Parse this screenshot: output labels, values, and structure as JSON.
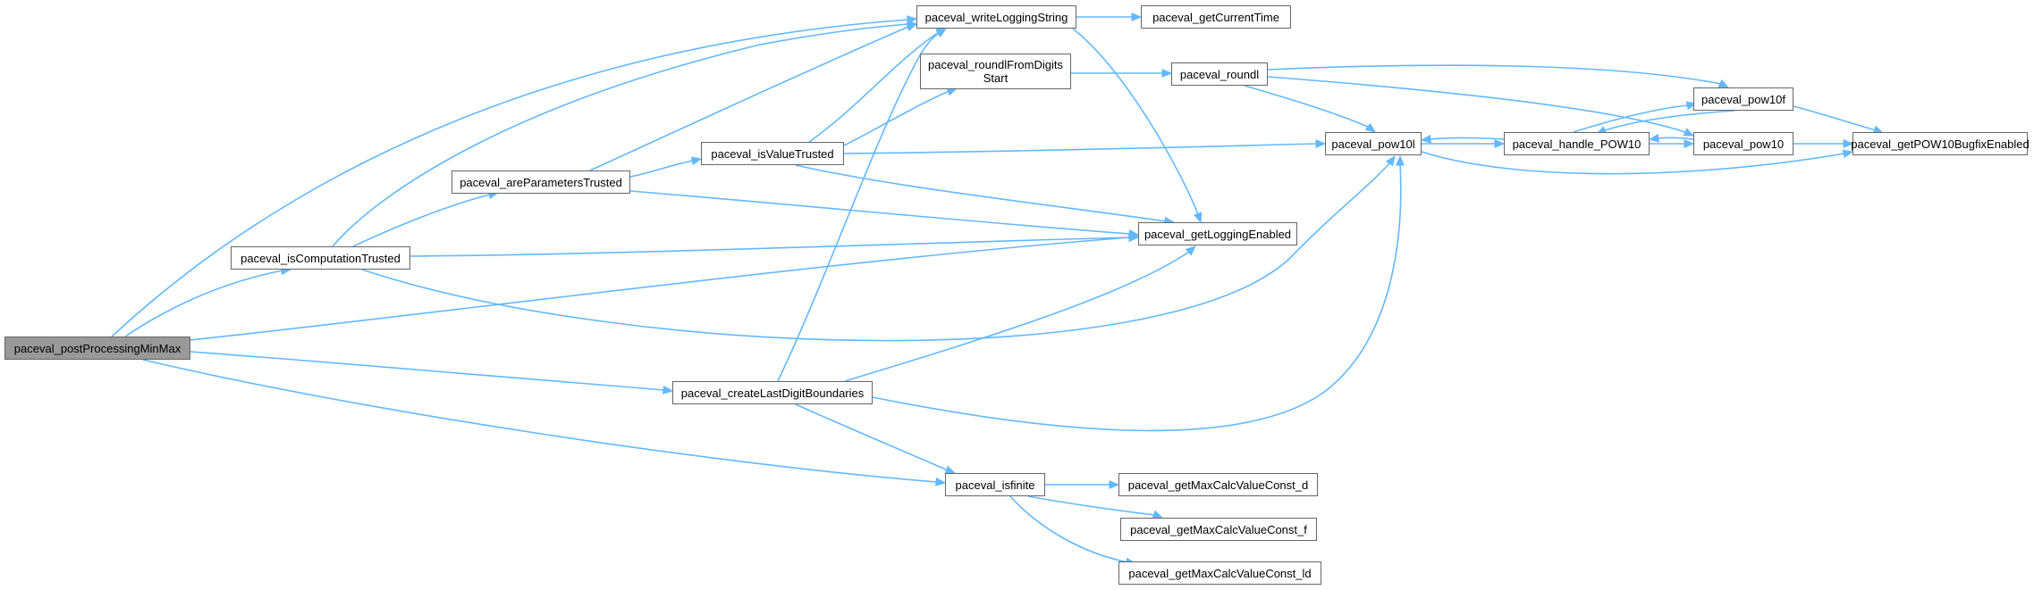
{
  "graph": {
    "colors": {
      "edge": "#63b8ff",
      "node_border": "#666666",
      "root_fill": "#999999",
      "node_fill": "#ffffff"
    },
    "nodes": {
      "postProcessingMinMax": "paceval_postProcessingMinMax",
      "isComputationTrusted": "paceval_isComputationTrusted",
      "areParametersTrusted": "paceval_areParametersTrusted",
      "isValueTrusted": "paceval_isValueTrusted",
      "writeLoggingString": "paceval_writeLoggingString",
      "getCurrentTime": "paceval_getCurrentTime",
      "roundlFromDigitsStart_line1": "paceval_roundlFromDigits",
      "roundlFromDigitsStart_line2": "Start",
      "roundl": "paceval_roundl",
      "pow10f": "paceval_pow10f",
      "pow10l": "paceval_pow10l",
      "handle_POW10": "paceval_handle_POW10",
      "pow10": "paceval_pow10",
      "getPOW10BugfixEnabled": "paceval_getPOW10BugfixEnabled",
      "getLoggingEnabled": "paceval_getLoggingEnabled",
      "createLastDigitBoundaries": "paceval_createLastDigitBoundaries",
      "isfinite": "paceval_isfinite",
      "getMaxCalcValueConst_d": "paceval_getMaxCalcValueConst_d",
      "getMaxCalcValueConst_f": "paceval_getMaxCalcValueConst_f",
      "getMaxCalcValueConst_ld": "paceval_getMaxCalcValueConst_ld"
    }
  }
}
